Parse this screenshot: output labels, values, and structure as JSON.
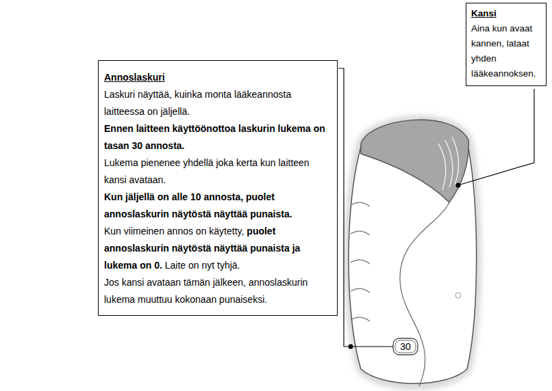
{
  "diagram": {
    "nodes": [
      {
        "text": [
          "Kansi",
          "Aina kun avaat kannen, lataat yhden lääkeannoksen."
        ]
      },
      {
        "text": [
          "Annoslaskuri",
          "Laskuri näyttää, kuinka monta lääkeannosta laitteessa on jäljellä.",
          "Ennen laitteen käyttöönottoa laskurin lukema on tasan 30 annosta.",
          "Lukema pienenee yhdellä joka kerta kun laitteen kansi avataan.",
          "Kun jäljellä on alle 10 annosta, puolet annoslaskurin näytöstä näyttää punaista.",
          "Kun viimeinen annos on käytetty,",
          "puolet annoslaskurin näytöstä näyttää punaista ja lukema on 0.",
          "Laite on nyt tyhjä.",
          "Jos kansi avataan tämän jälkeen, annoslaskurin lukema muuttuu kokonaan punaiseksi."
        ]
      }
    ],
    "labels": [
      "30"
    ]
  }
}
